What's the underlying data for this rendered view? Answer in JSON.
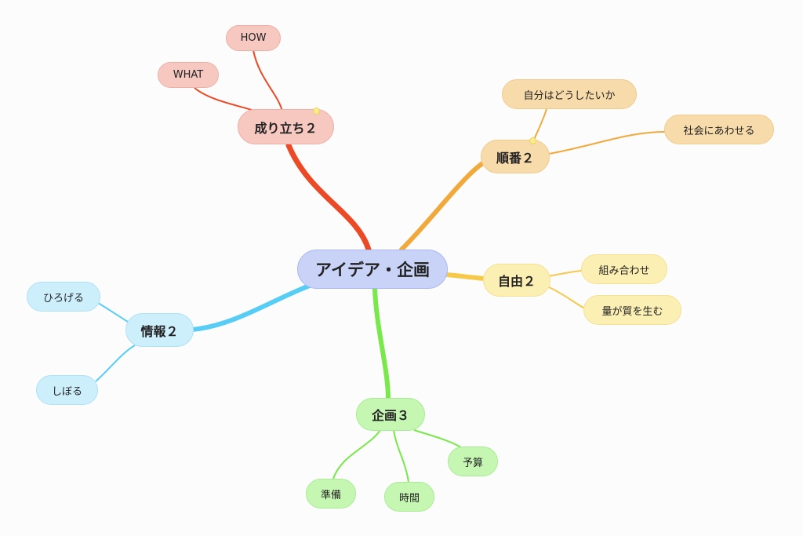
{
  "colors": {
    "root": "#c9d3f8",
    "red_branch": "#ec4a26",
    "orange_branch": "#f2a93b",
    "yellow_branch": "#f6c94a",
    "blue_branch": "#57cdf5",
    "green_branch": "#78e84a"
  },
  "root": {
    "label": "アイデア・企画"
  },
  "branches": [
    {
      "label": "成り立ち２",
      "color": "red",
      "children": [
        {
          "label": "HOW"
        },
        {
          "label": "WHAT"
        }
      ]
    },
    {
      "label": "順番２",
      "color": "orange",
      "children": [
        {
          "label": "自分はどうしたいか"
        },
        {
          "label": "社会にあわせる"
        }
      ]
    },
    {
      "label": "自由２",
      "color": "yellow",
      "children": [
        {
          "label": "組み合わせ"
        },
        {
          "label": "量が質を生む"
        }
      ]
    },
    {
      "label": "情報２",
      "color": "blue",
      "children": [
        {
          "label": "ひろげる"
        },
        {
          "label": "しぼる"
        }
      ]
    },
    {
      "label": "企画３",
      "color": "green",
      "children": [
        {
          "label": "準備"
        },
        {
          "label": "時間"
        },
        {
          "label": "予算"
        }
      ]
    }
  ]
}
